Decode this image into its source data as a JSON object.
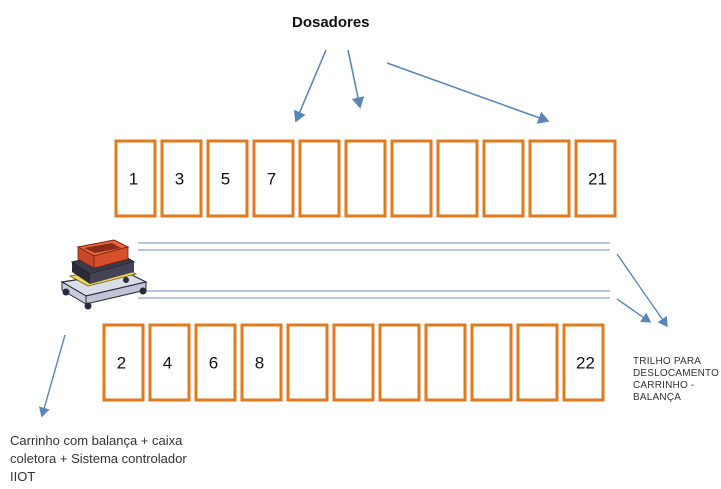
{
  "title": "Dosadores",
  "top_row": [
    "1",
    "3",
    "5",
    "7",
    "",
    "",
    "",
    "",
    "",
    "",
    "21"
  ],
  "bottom_row": [
    "2",
    "4",
    "6",
    "8",
    "",
    "",
    "",
    "",
    "",
    "",
    "22"
  ],
  "rail_label": [
    "TRILHO PARA",
    "DESLOCAMENTO",
    "CARRINHO -",
    "BALANÇA"
  ],
  "cart_label": [
    "Carrinho com balança + caixa",
    "coletora + Sistema controlador",
    "IIOT"
  ],
  "colors": {
    "doser_border": "#e07a1f",
    "rail": "#9fb4cf",
    "arrow": "#5b86b8",
    "cart_box": "#d8502a",
    "cart_frame": "#2a2a3a"
  }
}
